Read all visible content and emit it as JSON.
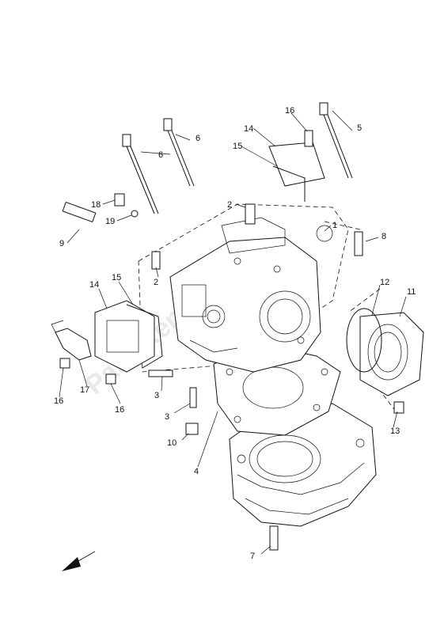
{
  "diagram": {
    "callouts": [
      {
        "id": "c1",
        "text": "1"
      },
      {
        "id": "c2a",
        "text": "2"
      },
      {
        "id": "c2b",
        "text": "2"
      },
      {
        "id": "c3a",
        "text": "3"
      },
      {
        "id": "c3b",
        "text": "3"
      },
      {
        "id": "c4",
        "text": "4"
      },
      {
        "id": "c5",
        "text": "5"
      },
      {
        "id": "c6a",
        "text": "6"
      },
      {
        "id": "c6b",
        "text": "6"
      },
      {
        "id": "c7",
        "text": "7"
      },
      {
        "id": "c8",
        "text": "8"
      },
      {
        "id": "c9",
        "text": "9"
      },
      {
        "id": "c10",
        "text": "10"
      },
      {
        "id": "c11",
        "text": "11"
      },
      {
        "id": "c12",
        "text": "12"
      },
      {
        "id": "c13",
        "text": "13"
      },
      {
        "id": "c14a",
        "text": "14"
      },
      {
        "id": "c14b",
        "text": "14"
      },
      {
        "id": "c15a",
        "text": "15"
      },
      {
        "id": "c15b",
        "text": "15"
      },
      {
        "id": "c16a",
        "text": "16"
      },
      {
        "id": "c16b",
        "text": "16"
      },
      {
        "id": "c16c",
        "text": "16"
      },
      {
        "id": "c17",
        "text": "17"
      },
      {
        "id": "c18",
        "text": "18"
      },
      {
        "id": "c19",
        "text": "19"
      }
    ],
    "watermark": "PartsRepublik",
    "direction_arrow_icon": "front-direction-arrow-icon"
  }
}
